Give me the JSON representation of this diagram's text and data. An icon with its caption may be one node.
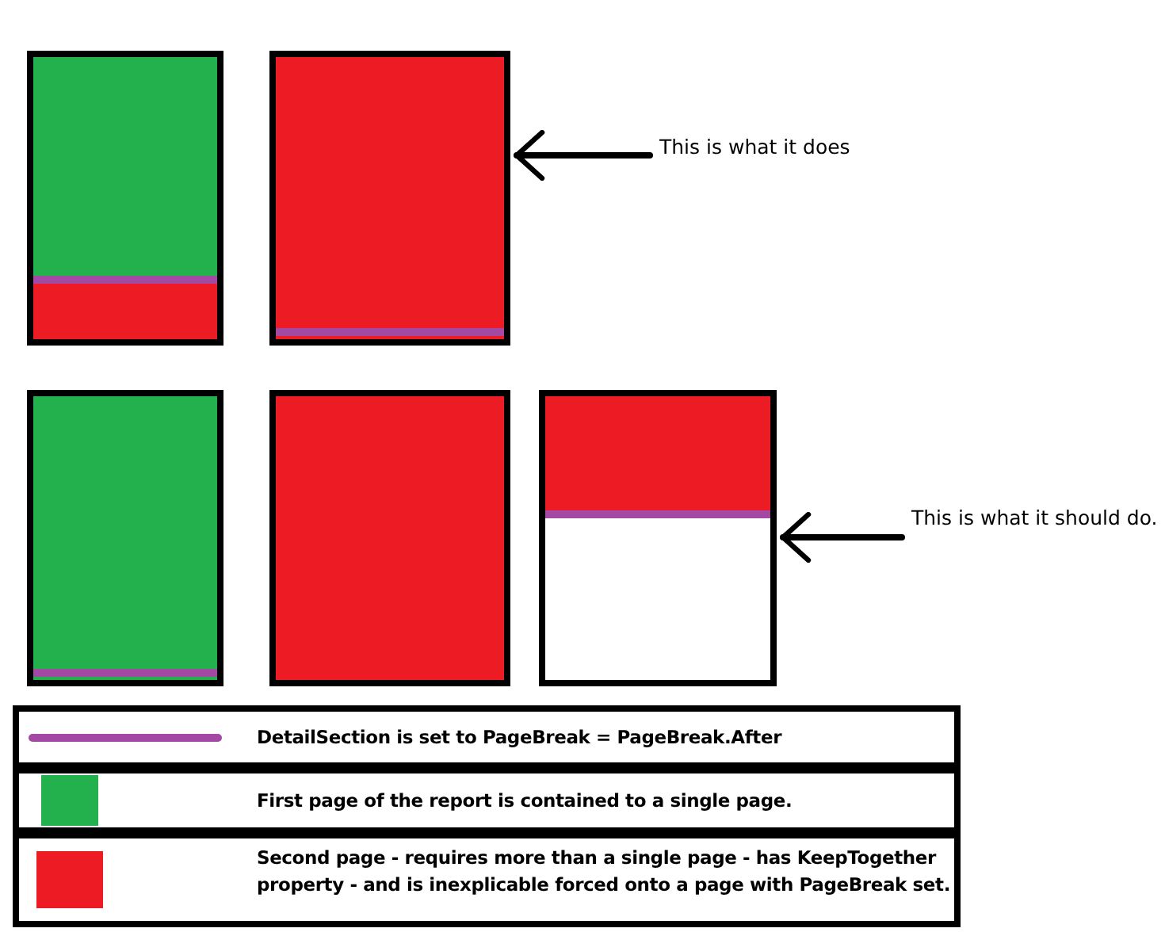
{
  "diagram": {
    "nodes": [
      {
        "text": [],
        "shape": "box"
      },
      {
        "text": [],
        "shape": "box"
      },
      {
        "text": [
          "This is what it does"
        ]
      },
      {
        "text": [],
        "shape": "box"
      },
      {
        "text": [],
        "shape": "box"
      },
      {
        "text": [],
        "shape": "box"
      },
      {
        "text": [
          "This is what it should do."
        ]
      }
    ],
    "edges": [
      {
        "from": 2,
        "to": 1,
        "arrow": "to"
      },
      {
        "from": 6,
        "to": 5,
        "arrow": "to"
      }
    ],
    "legend": [
      {
        "text": "DetailSection is set to PageBreak = PageBreak.After"
      },
      {
        "text": "First page of the report is contained to a single page.",
        "color": "#22b14c"
      },
      {
        "text": "Second page - requires more than a single page - has KeepTogether property - and is inexplicable forced onto a page with PageBreak set.",
        "color": "#ed1c24"
      }
    ]
  }
}
